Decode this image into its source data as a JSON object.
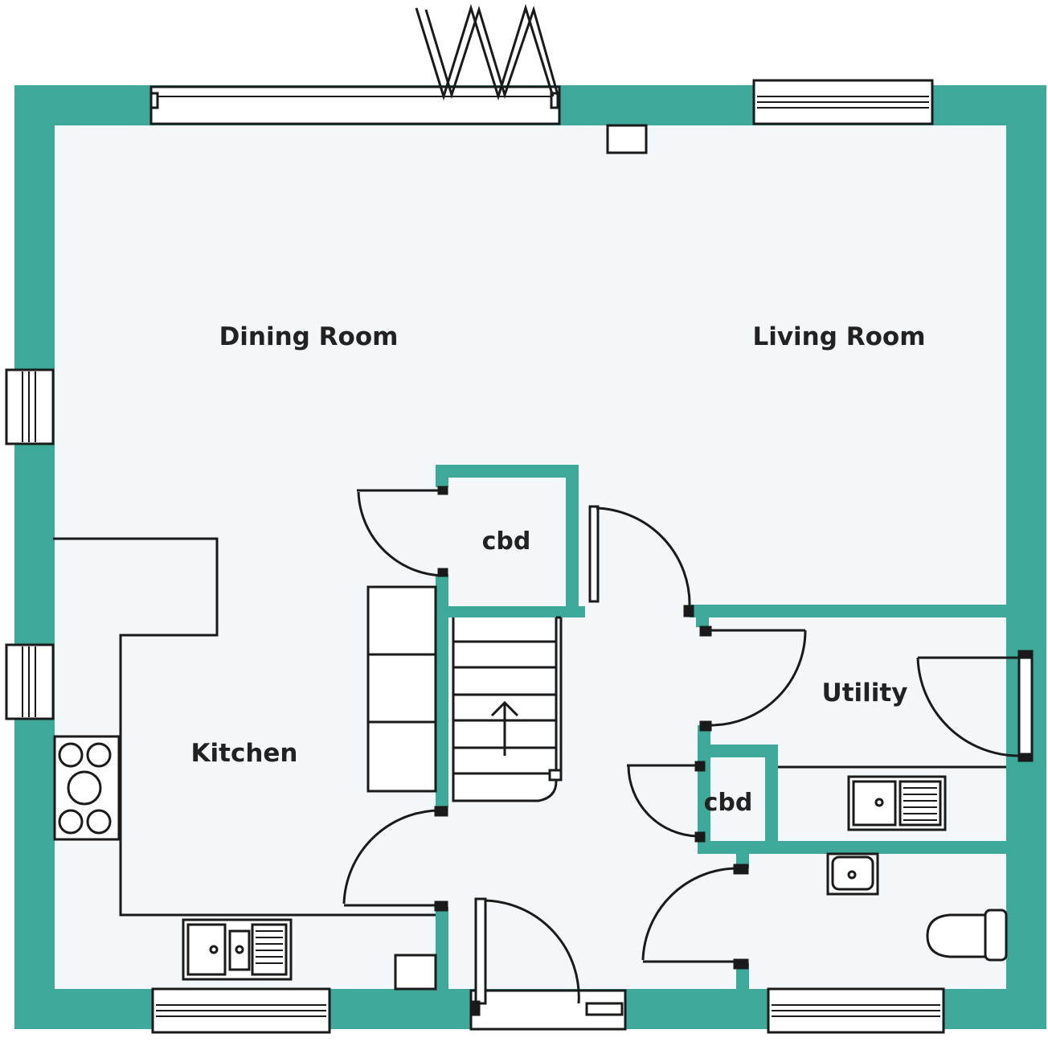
{
  "colors": {
    "wall": "#3ea99b",
    "floor": "#f4f7f9",
    "line": "#1a1a1a",
    "background": "#ffffff"
  },
  "rooms": {
    "dining_room": "Dining Room",
    "living_room": "Living Room",
    "kitchen": "Kitchen",
    "utility": "Utility",
    "cupboard_upper": "cbd",
    "cupboard_lower": "cbd"
  }
}
